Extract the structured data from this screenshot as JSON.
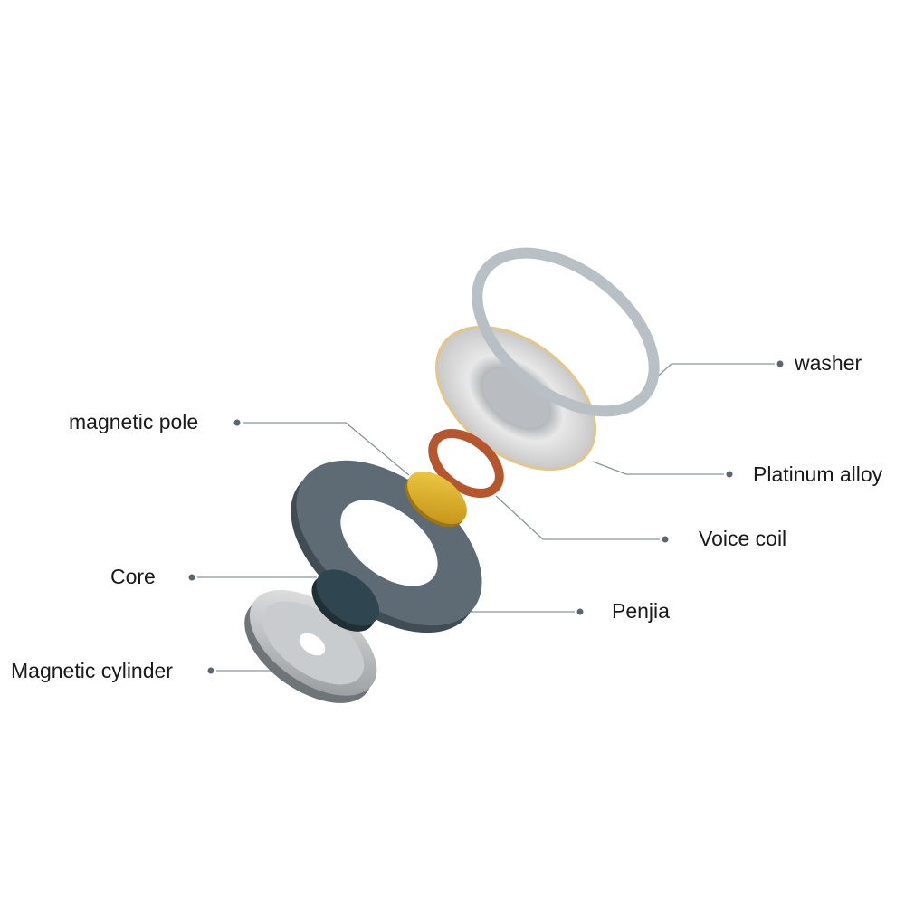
{
  "labels": {
    "washer": "washer",
    "platinum_alloy": "Platinum alloy",
    "voice_coil": "Voice coil",
    "penjia": "Penjia",
    "magnetic_pole": "magnetic pole",
    "core": "Core",
    "magnetic_cylinder": "Magnetic cylinder"
  },
  "colors": {
    "leader_line": "#8a939b",
    "dot": "#5a6670",
    "penjia": "#5e6b75",
    "core": "#2f4650",
    "voice_coil": "#b5562e",
    "magnetic_pole": "#d9a81c",
    "washer": "#b8c0c6"
  }
}
